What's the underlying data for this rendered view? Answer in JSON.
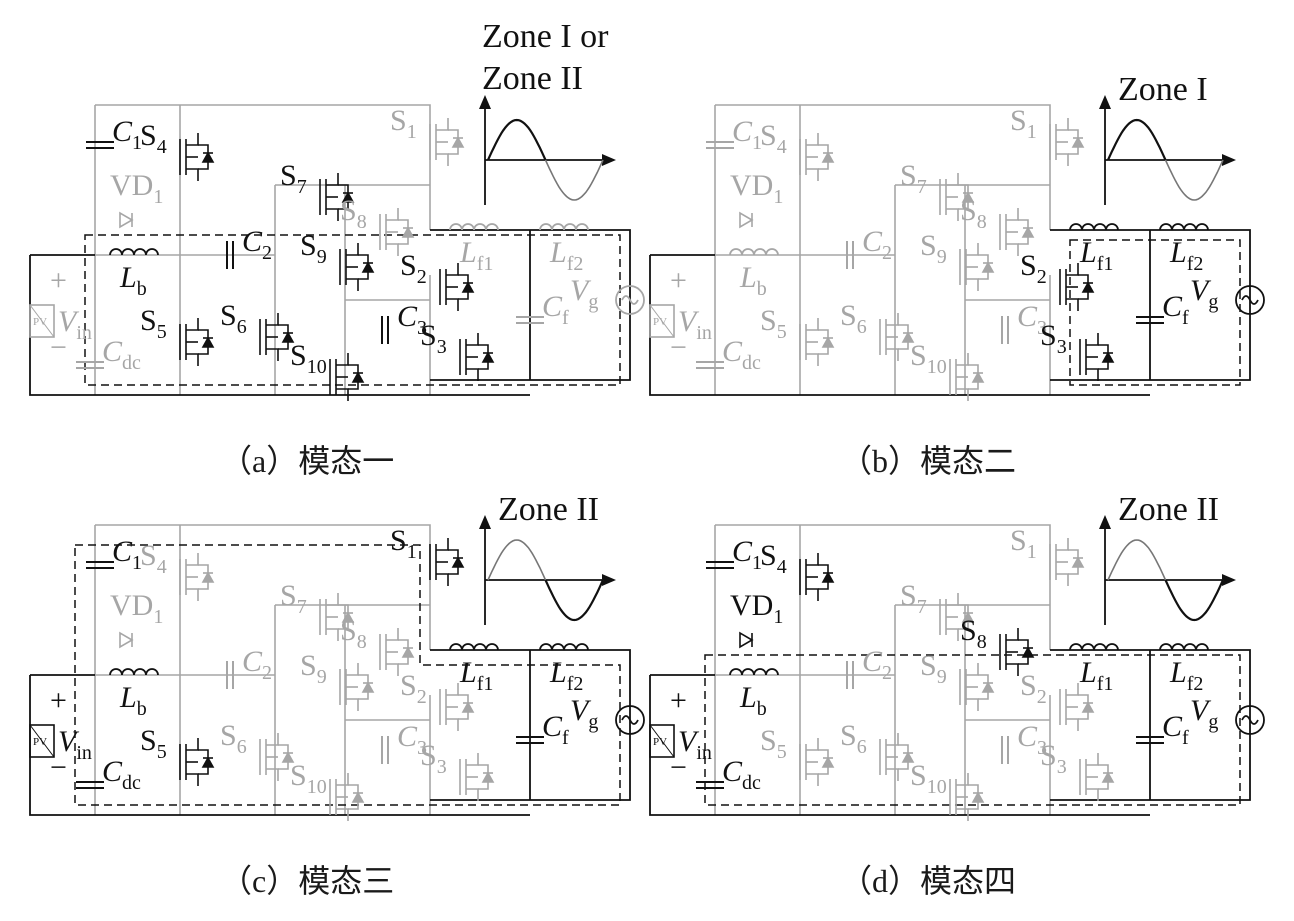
{
  "colors": {
    "active": "#111111",
    "inactive": "#a6a6a6",
    "background": "#ffffff"
  },
  "labels": {
    "C1": [
      "C",
      "1"
    ],
    "S4": [
      "S",
      "4"
    ],
    "VD1": [
      "VD",
      "1"
    ],
    "Lb": [
      "L",
      "b"
    ],
    "C2": [
      "C",
      "2"
    ],
    "S5": [
      "S",
      "5"
    ],
    "S6": [
      "S",
      "6"
    ],
    "S7": [
      "S",
      "7"
    ],
    "S8": [
      "S",
      "8"
    ],
    "S9": [
      "S",
      "9"
    ],
    "S10": [
      "S",
      "10"
    ],
    "S1": [
      "S",
      "1"
    ],
    "S2": [
      "S",
      "2"
    ],
    "C3": [
      "C",
      "3"
    ],
    "S3": [
      "S",
      "3"
    ],
    "Lf1": [
      "L",
      "f1"
    ],
    "Lf2": [
      "L",
      "f2"
    ],
    "Cf": [
      "C",
      "f"
    ],
    "Vg": [
      "V",
      "g"
    ],
    "Vin": [
      "V",
      "in"
    ],
    "Cdc": [
      "C",
      "dc"
    ],
    "plus": "+",
    "minus": "−",
    "pv": "PV"
  },
  "panels": [
    {
      "id": "a",
      "caption": "（a）模态一",
      "zone": [
        "Zone I or",
        "Zone II"
      ],
      "halfCycle": "positive",
      "active": [
        "C1",
        "Lb",
        "S5",
        "S6",
        "C2",
        "S4",
        "S9",
        "S10",
        "S7",
        "S2",
        "C3",
        "S3"
      ],
      "inactive": [
        "S1"
      ]
    },
    {
      "id": "b",
      "caption": "（b）模态二",
      "zone": [
        "Zone I"
      ],
      "halfCycle": "positive",
      "active": [
        "S2",
        "S3",
        "Lf1",
        "Lf2",
        "Cf",
        "Vg"
      ],
      "inactive": [
        "C1",
        "S4",
        "VD1",
        "Lb",
        "C2",
        "S5",
        "S6",
        "S7",
        "S8",
        "S9",
        "S10",
        "S1",
        "C3",
        "Vin",
        "Cdc"
      ]
    },
    {
      "id": "c",
      "caption": "（c）模态三",
      "zone": [
        "Zone II"
      ],
      "halfCycle": "negative",
      "active": [
        "C1",
        "S1",
        "Lb",
        "S5",
        "Lf1",
        "Lf2",
        "Cf",
        "Vg",
        "Vin",
        "Cdc"
      ],
      "inactive": [
        "S4",
        "VD1",
        "C2",
        "S6",
        "S7",
        "S8",
        "S9",
        "S10",
        "S2",
        "C3",
        "S3"
      ]
    },
    {
      "id": "d",
      "caption": "（d）模态四",
      "zone": [
        "Zone II"
      ],
      "halfCycle": "negative",
      "active": [
        "C1",
        "S4",
        "VD1",
        "Lb",
        "S8",
        "Lf1",
        "Lf2",
        "Cf",
        "Vg",
        "Vin",
        "Cdc"
      ],
      "inactive": [
        "S1",
        "C2",
        "S5",
        "S6",
        "S7",
        "S9",
        "S10",
        "S2",
        "C3",
        "S3"
      ]
    }
  ]
}
